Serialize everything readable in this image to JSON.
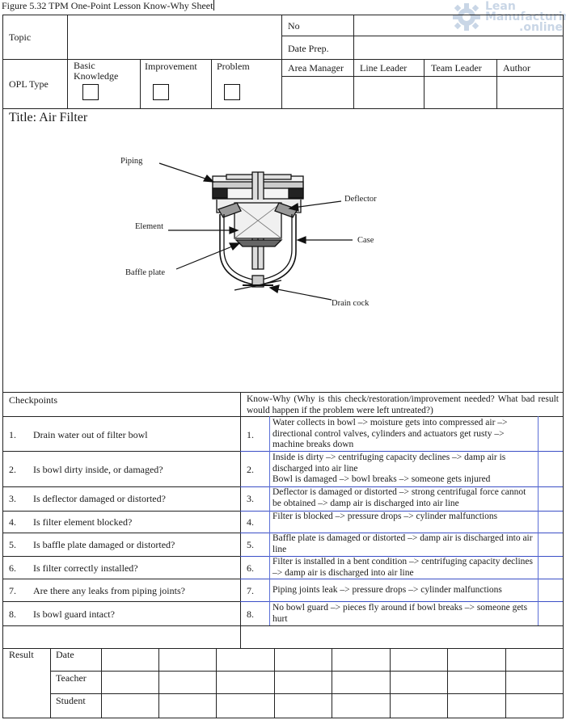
{
  "caption": "Figure 5.32 TPM One-Point Lesson Know-Why Sheet",
  "logo": {
    "line1": "Lean",
    "line2": "Manufacturing",
    "line3": ".online",
    "icon": "gear-icon"
  },
  "header": {
    "topic_label": "Topic",
    "no_label": "No",
    "date_prep_label": "Date Prep.",
    "opl_type_label": "OPL Type",
    "types": [
      "Basic Knowledge",
      "Improvement",
      "Problem"
    ],
    "signoffs": [
      "Area Manager",
      "Line Leader",
      "Team Leader",
      "Author"
    ]
  },
  "title": "Title: Air Filter",
  "diagram": {
    "labels": {
      "piping": "Piping",
      "element": "Element",
      "baffle": "Baffle plate",
      "deflector": "Deflector",
      "case": "Case",
      "drain": "Drain cock"
    }
  },
  "checkpoints_header": "Checkpoints",
  "knowwhy_header": "Know-Why (Why is this check/restoration/improvement needed? What bad result would happen if the problem were left untreated?)",
  "rows": [
    {
      "num": "1.",
      "check": "Drain water out of filter bowl",
      "why": "Water collects in bowl –> moisture gets into compressed air –> directional control valves, cylinders and actuators get rusty –> machine breaks down"
    },
    {
      "num": "2.",
      "check": "Is bowl dirty inside, or damaged?",
      "why": "Inside is dirty –> centrifuging capacity declines –> damp air is discharged into air line",
      "why2": "Bowl is damaged –> bowl breaks –> someone gets injured"
    },
    {
      "num": "3.",
      "check": "Is deflector damaged or distorted?",
      "why": "Deflector is damaged or distorted –> strong centrifugal force cannot be obtained –> damp air is discharged into air line"
    },
    {
      "num": "4.",
      "check": "Is filter element blocked?",
      "why": "Filter is blocked –> pressure drops –> cylinder malfunctions"
    },
    {
      "num": "5.",
      "check": "Is baffle plate damaged or distorted?",
      "why": "Baffle plate is damaged or distorted –> damp air is discharged into air line"
    },
    {
      "num": "6.",
      "check": "Is filter correctly installed?",
      "why": "Filter is installed in a bent condition –> centrifuging capacity declines –> damp air is discharged into air line"
    },
    {
      "num": "7.",
      "check": "Are there any leaks from piping joints?",
      "why": "Piping joints leak –> pressure drops –> cylinder malfunctions"
    },
    {
      "num": "8.",
      "check": "Is bowl guard intact?",
      "why": "No bowl guard –> pieces fly around if bowl breaks –> someone gets hurt"
    }
  ],
  "result": {
    "label": "Result",
    "rows": [
      "Date",
      "Teacher",
      "Student"
    ]
  }
}
